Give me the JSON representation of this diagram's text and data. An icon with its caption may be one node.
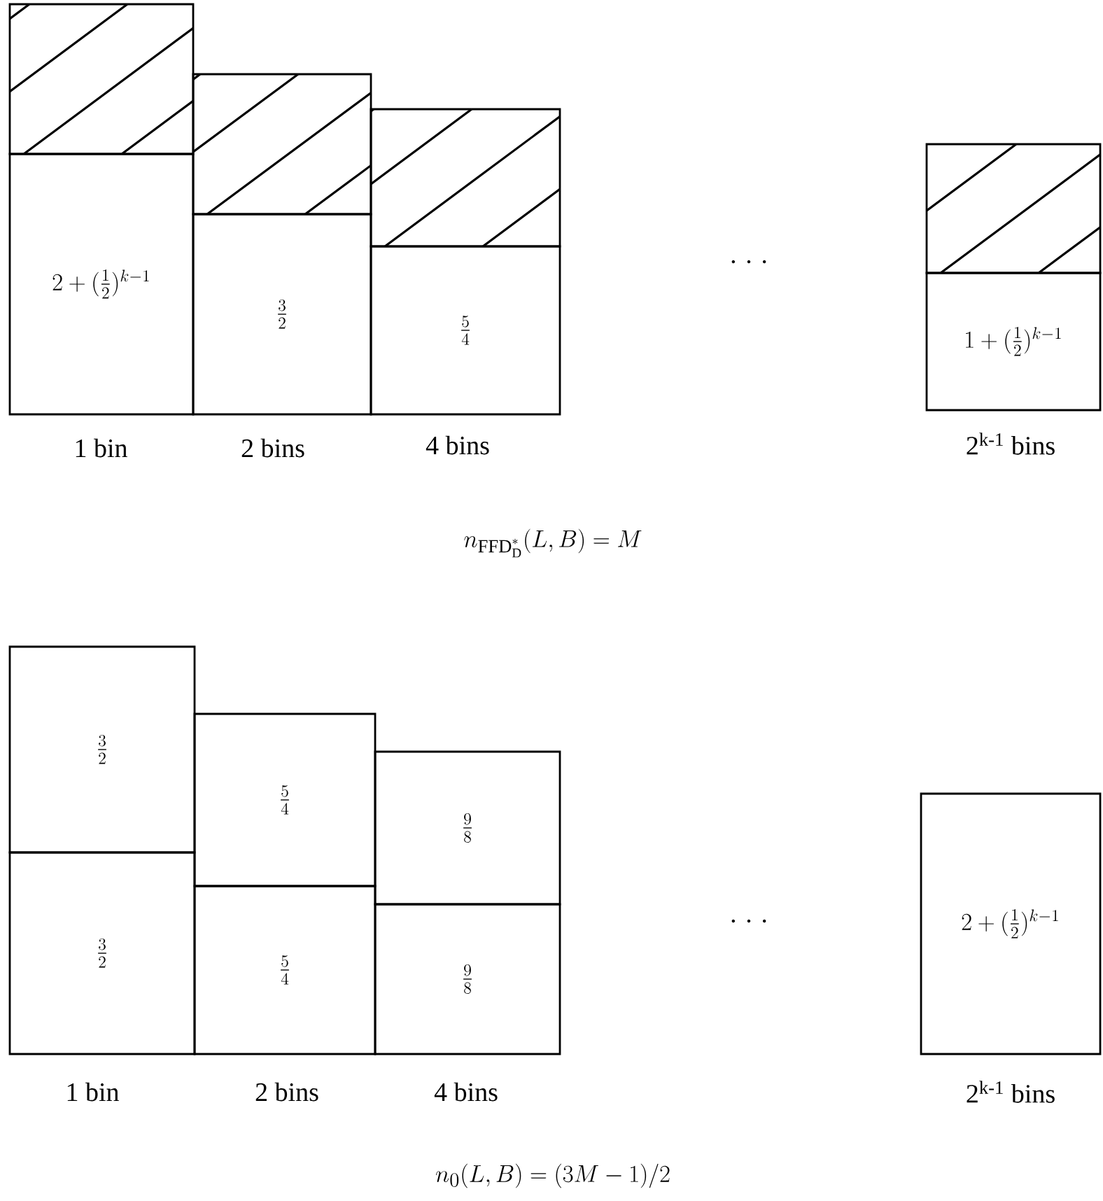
{
  "diagram": {
    "nodes": [
      {
        "text": [],
        "shape": "box"
      },
      {
        "text": [
          "2+(\\tfrac{1}{2})^{k-1}"
        ]
      },
      {
        "text": [],
        "shape": "box"
      },
      {
        "text": [
          "\\tfrac{3}{2}"
        ]
      },
      {
        "text": [],
        "shape": "box"
      },
      {
        "text": [
          "\\tfrac{5}{4}"
        ]
      },
      {
        "text": [],
        "shape": "box"
      },
      {
        "text": [
          "1+(\\tfrac{1}{2})^{k-1}"
        ]
      },
      {
        "text": [
          "\\tfrac{3}{2}"
        ]
      },
      {
        "text": [
          "\\tfrac{3}{2}"
        ]
      },
      {
        "text": [
          "\\tfrac{5}{4}"
        ]
      },
      {
        "text": [
          "\\tfrac{5}{4}"
        ]
      },
      {
        "text": [
          "\\tfrac{9}{8}"
        ]
      },
      {
        "text": [
          "\\tfrac{9}{8}"
        ]
      },
      {
        "text": [
          "2+(\\tfrac{1}{2})^{k-1}"
        ]
      }
    ],
    "labels": [
      "1 bin",
      "2 bins",
      "4 bins",
      ". . .",
      "2$^{k-1}$ bins",
      "n_{\\mathrm{FFD}^{*}_{\\mathrm{D}}}(L,B)=M",
      "1 bin",
      "2 bins",
      "4 bins",
      ". . .",
      "2$^{k-1}$ bins",
      "n_0(L,B)=(3M-1)/2"
    ]
  }
}
